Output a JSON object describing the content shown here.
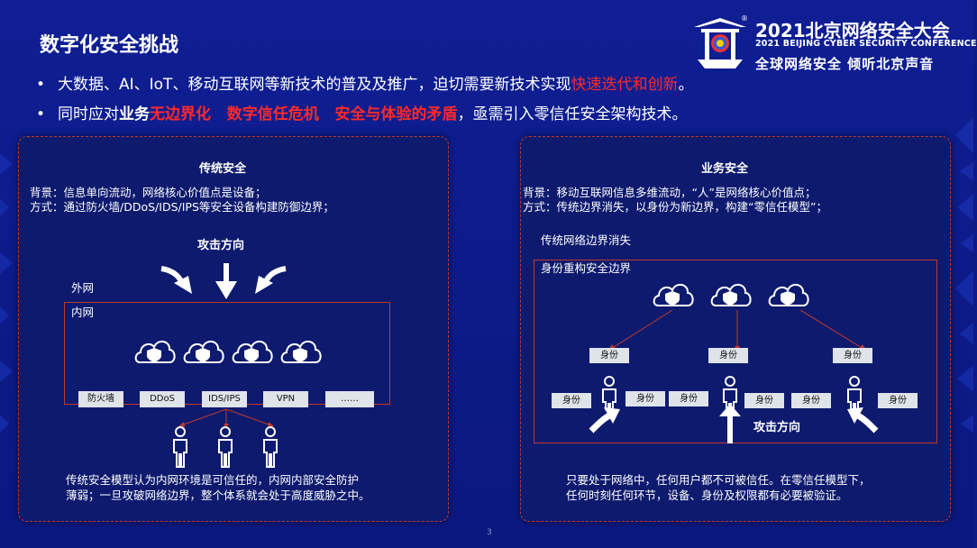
{
  "title": "数字化安全挑战",
  "bullets": [
    {
      "marker": "•",
      "pre": "大数据、AI、IoT、移动互联网等新技术的普及及推广，迫切需要新技术实现",
      "red": "快速迭代和创新",
      "post": "。"
    },
    {
      "marker": "•",
      "pre": "同时应对",
      "bold": "业务",
      "red": "无边界化   数字信任危机   安全与体验的矛盾",
      "post": "，亟需引入零信任安全架构技术。"
    }
  ],
  "logo": {
    "registered": "®",
    "line1": "2021北京网络安全大会",
    "line2": "2021 BEIJING CYBER SECURITY CONFERENCE",
    "line3": "全球网络安全  倾听北京声音"
  },
  "left": {
    "heading": "传统安全",
    "line1": "背景：信息单向流动，网络核心价值点是设备；",
    "line2": "方式：通过防火墙/DDoS/IDS/IPS等安全设备构建防御边界；",
    "attack": "攻击方向",
    "outer": "外网",
    "inner": "内网",
    "components": [
      "防火墙",
      "DDoS",
      "IDS/IPS",
      "VPN",
      "……"
    ],
    "footer1": "传统安全模型认为内网环境是可信任的，内网内部安全防护",
    "footer2": "薄弱；一旦攻破网络边界，整个体系就会处于高度威胁之中。"
  },
  "right": {
    "heading": "业务安全",
    "line1": "背景：移动互联网信息多维流动，“人”是网络核心价值点；",
    "line2": "方式：传统边界消失，以身份为新边界，构建“零信任模型”；",
    "boundary_gone": "传统网络边界消失",
    "rebuild": "身份重构安全边界",
    "identity": "身份",
    "attack": "攻击方向",
    "footer1": "只要处于网络中，任何用户都不可被信任。在零信任模型下，",
    "footer2": "任何时刻任何环节，设备、身份及权限都有必要被验证。"
  },
  "page_number": "3",
  "colors": {
    "background": "#0f1e93",
    "panel": "#0d1a6e",
    "accent_red": "#ff2a2a",
    "dash_border": "#c0392b"
  }
}
